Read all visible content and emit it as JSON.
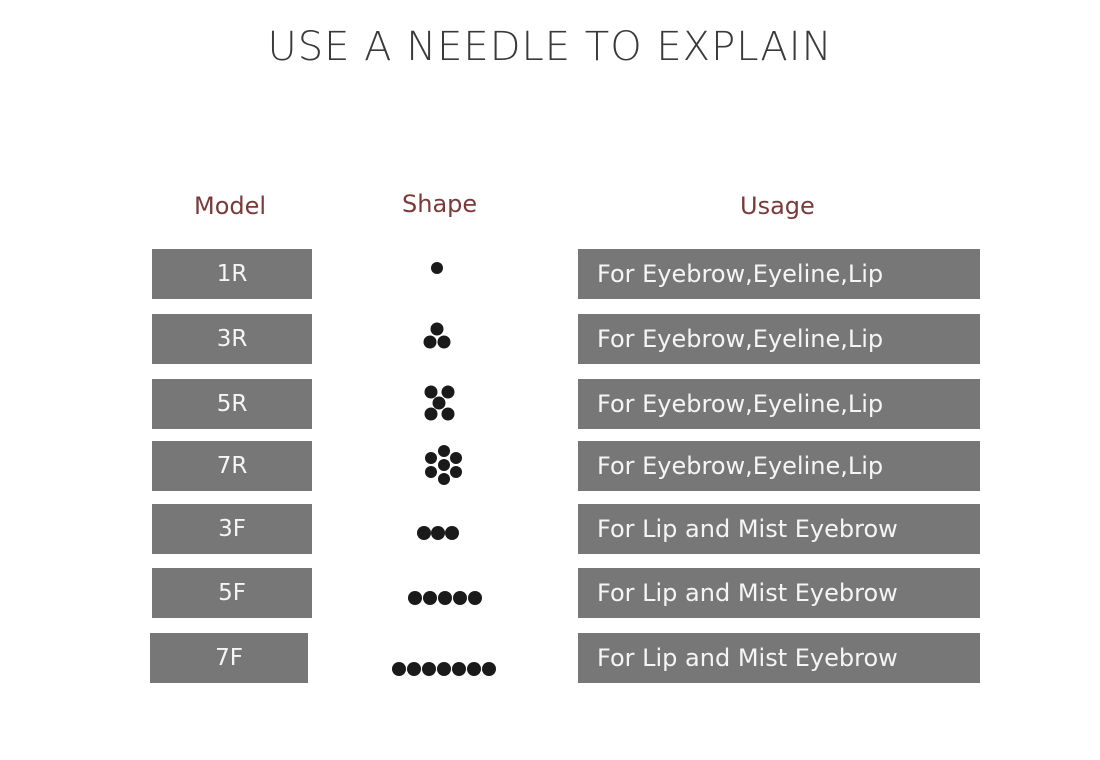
{
  "title": "USE A NEEDLE TO EXPLAIN",
  "headers": {
    "model": "Model",
    "shape": "Shape",
    "usage": "Usage"
  },
  "rows": [
    {
      "model": "1R",
      "shape_icon": "1-round-needle-dots-icon",
      "usage": "For Eyebrow,Eyeline,Lip"
    },
    {
      "model": "3R",
      "shape_icon": "3-round-needle-dots-icon",
      "usage": "For Eyebrow,Eyeline,Lip"
    },
    {
      "model": "5R",
      "shape_icon": "5-round-needle-dots-icon",
      "usage": "For Eyebrow,Eyeline,Lip"
    },
    {
      "model": "7R",
      "shape_icon": "7-round-needle-dots-icon",
      "usage": "For Eyebrow,Eyeline,Lip"
    },
    {
      "model": "3F",
      "shape_icon": "3-flat-needle-dots-icon",
      "usage": "For Lip and Mist Eyebrow"
    },
    {
      "model": "5F",
      "shape_icon": "5-flat-needle-dots-icon",
      "usage": "For Lip and Mist Eyebrow"
    },
    {
      "model": "7F",
      "shape_icon": "7-flat-needle-dots-icon",
      "usage": "For Lip and Mist Eyebrow"
    }
  ],
  "colors": {
    "box_fill": "#777777",
    "box_text": "#f5f5f5",
    "header_text": "#7a3a3a",
    "title_text": "#3a3a3a",
    "dot_fill": "#1a1a1a"
  }
}
